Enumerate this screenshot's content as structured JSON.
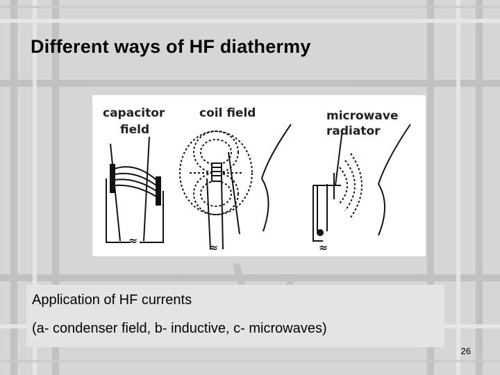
{
  "slide": {
    "title": "Different ways of HF diathermy",
    "page_number": "26"
  },
  "figure": {
    "labels": {
      "capacitor_1": "capacitor",
      "capacitor_2": "field",
      "coil": "coil field",
      "microwave_1": "microwave",
      "microwave_2": "radiator"
    },
    "ac_symbol": "≈"
  },
  "caption": {
    "line1": "Application of HF currents",
    "line2": "(a- condenser field, b- inductive, c- microwaves)"
  }
}
